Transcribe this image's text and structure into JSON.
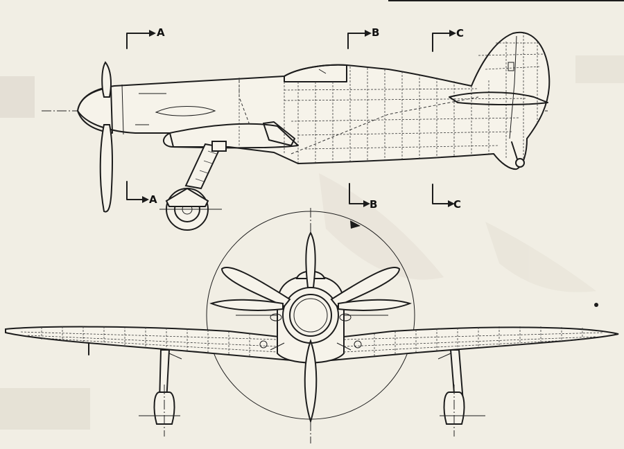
{
  "sections": [
    {
      "id": "A",
      "label": "A"
    },
    {
      "id": "B",
      "label": "B"
    },
    {
      "id": "C",
      "label": "C"
    }
  ],
  "colors": {
    "paper": "#f1eee4",
    "ink": "#1c1c1c",
    "ghost_text": "#c9c5b8"
  },
  "views": [
    "side-elevation",
    "front-elevation"
  ]
}
